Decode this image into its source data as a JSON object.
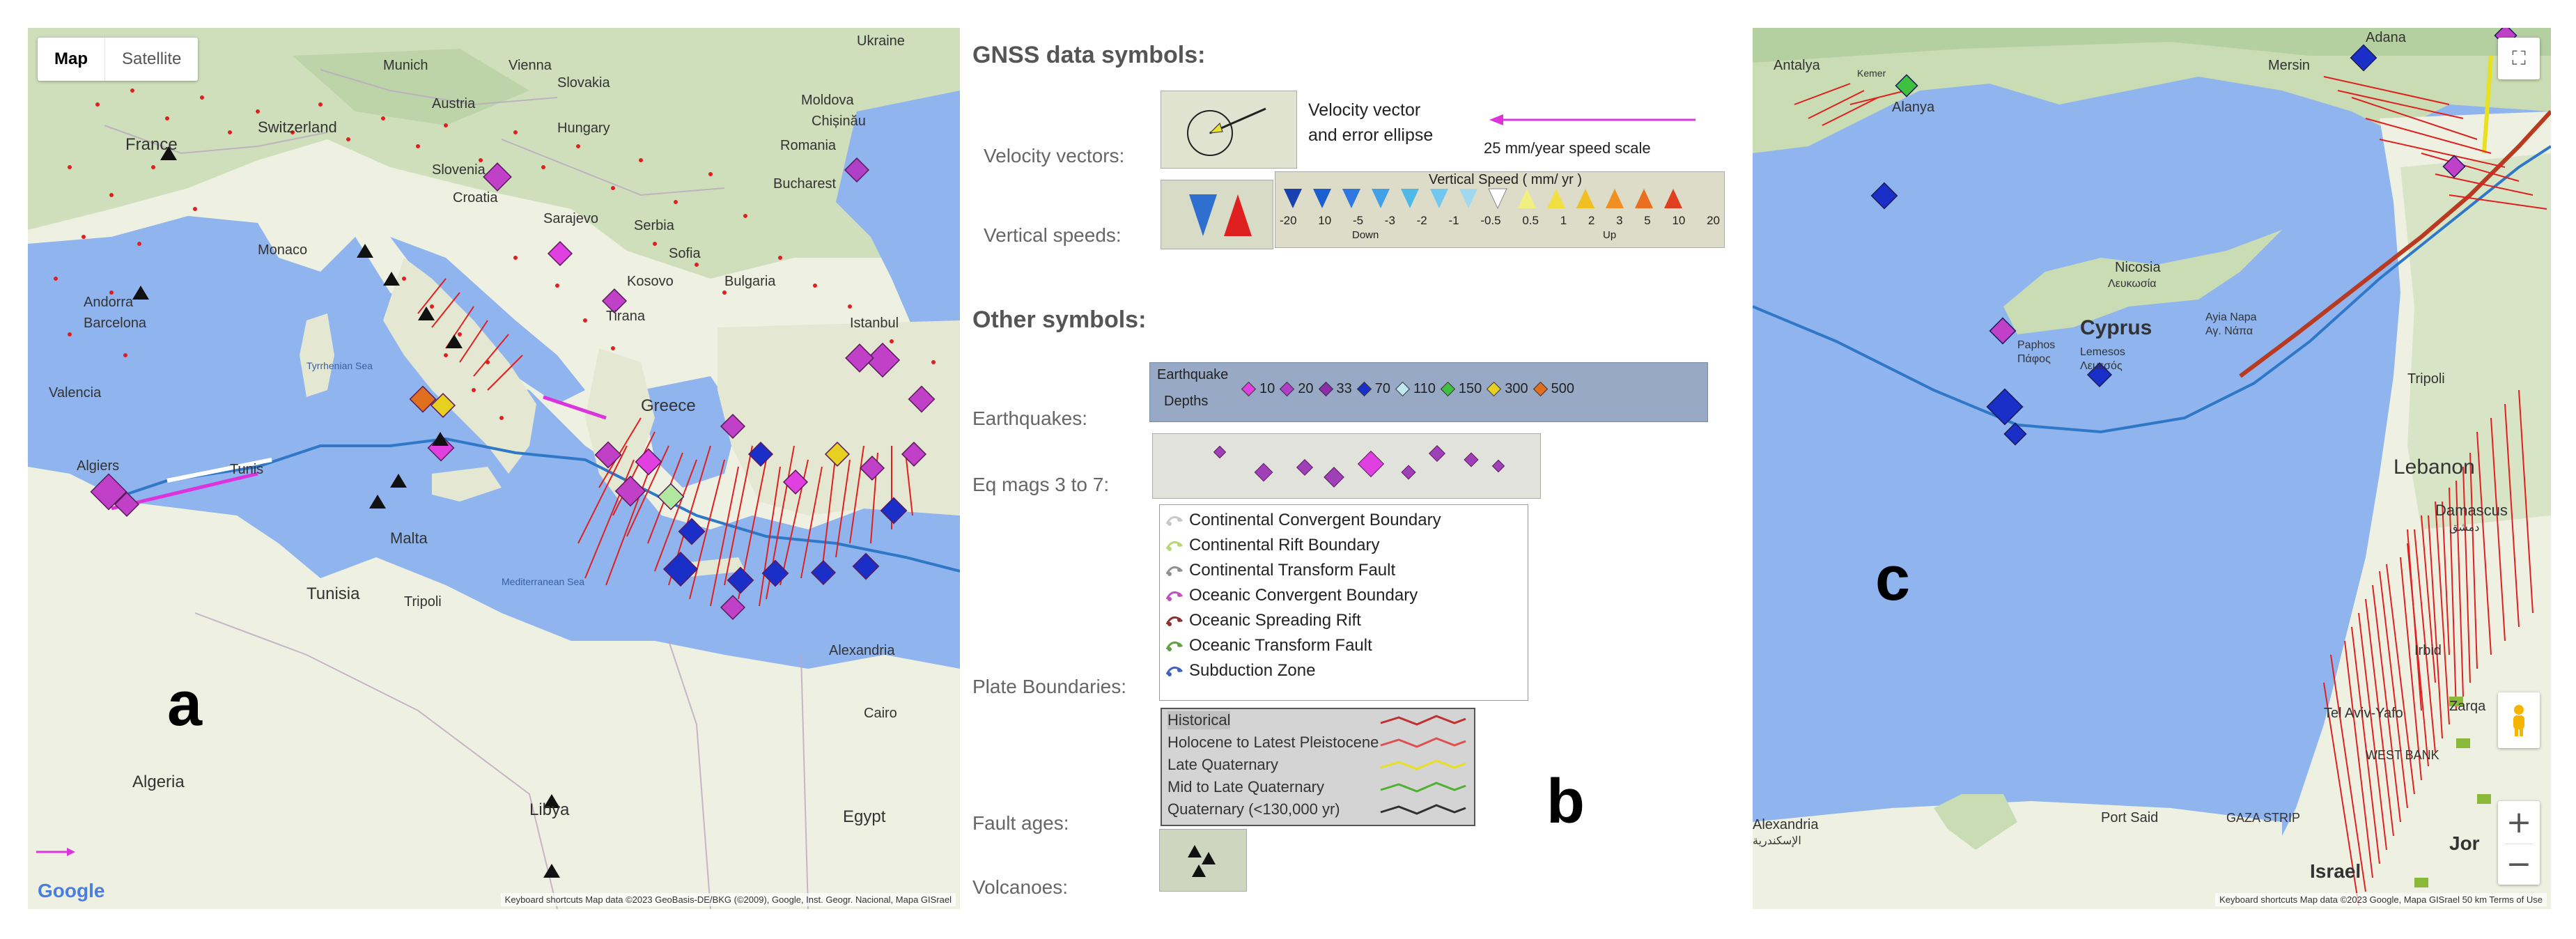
{
  "panel_a": {
    "map_type_map": "Map",
    "map_type_satellite": "Satellite",
    "place_labels": [
      "Ukraine",
      "Munich",
      "Vienna",
      "Slovakia",
      "Moldova",
      "Austria",
      "Chișinău",
      "France",
      "Switzerland",
      "Hungary",
      "Romania",
      "Slovenia",
      "Croatia",
      "Sarajevo",
      "Bucharest",
      "Monaco",
      "Serbia",
      "Andorra",
      "Sofia",
      "Barcelona",
      "Kosovo",
      "Bulgaria",
      "Tirana",
      "Istanbul",
      "Valencia",
      "Tyrrhenian Sea",
      "Greece",
      "Algiers",
      "Tunis",
      "Malta",
      "Tunisia",
      "Tripoli",
      "Mediterranean Sea",
      "Alexandria",
      "Cairo",
      "Algeria",
      "Libya",
      "Egypt"
    ],
    "google_logo": "Google",
    "attribution": "Keyboard shortcuts    Map data ©2023 GeoBasis-DE/BKG (©2009), Google, Inst. Geogr. Nacional, Mapa GISrael",
    "panel_letter": "a"
  },
  "panel_b": {
    "gnss_heading": "GNSS data symbols:",
    "velocity_label": "Velocity vectors:",
    "velocity_desc_line1": "Velocity vector",
    "velocity_desc_line2": "and error ellipse",
    "speed_scale_text": "25 mm/year speed scale",
    "vertical_label": "Vertical speeds:",
    "vertical_speed_title": "Vertical Speed  ( mm/ yr )",
    "vertical_ticks": [
      "-20",
      "10",
      "-5",
      "-3",
      "-2",
      "-1",
      "-0.5",
      "0.5",
      "1",
      "2",
      "3",
      "5",
      "10",
      "20"
    ],
    "down_label": "Down",
    "up_label": "Up",
    "other_heading": "Other symbols:",
    "earthquakes_label": "Earthquakes:",
    "eq_depth_header_1": "Earthquake",
    "eq_depth_header_2": "Depths",
    "eq_depths": [
      {
        "value": "10",
        "color": "#e040e0"
      },
      {
        "value": "20",
        "color": "#b040c8"
      },
      {
        "value": "33",
        "color": "#8a2da8"
      },
      {
        "value": "70",
        "color": "#1a2fc8"
      },
      {
        "value": "110",
        "color": "#bfe8f0"
      },
      {
        "value": "150",
        "color": "#40c040"
      },
      {
        "value": "300",
        "color": "#e8d020"
      },
      {
        "value": "500",
        "color": "#e07020"
      }
    ],
    "eq_mags_label": "Eq mags 3 to 7:",
    "plate_label": "Plate Boundaries:",
    "plate_items": [
      {
        "label": "Continental Convergent Boundary",
        "color": "#c8c8c8"
      },
      {
        "label": "Continental Rift Boundary",
        "color": "#b8d878"
      },
      {
        "label": "Continental Transform Fault",
        "color": "#909090"
      },
      {
        "label": "Oceanic Convergent Boundary",
        "color": "#c050c0"
      },
      {
        "label": "Oceanic Spreading Rift",
        "color": "#8a3030"
      },
      {
        "label": "Oceanic Transform Fault",
        "color": "#60a040"
      },
      {
        "label": "Subduction Zone",
        "color": "#4060c0"
      }
    ],
    "fault_label": "Fault ages:",
    "fault_items": [
      {
        "label": "Historical",
        "color": "#c03030"
      },
      {
        "label": "Holocene to Latest Pleistocene",
        "color": "#e05050"
      },
      {
        "label": "Late Quaternary",
        "color": "#e8e020"
      },
      {
        "label": "Mid to Late Quaternary",
        "color": "#50b030"
      },
      {
        "label": "Quaternary (<130,000 yr)",
        "color": "#303030"
      }
    ],
    "volcano_label": "Volcanoes:",
    "panel_letter": "b"
  },
  "panel_c": {
    "place_labels": [
      "Antalya",
      "Mersin",
      "Adana",
      "Alanya",
      "Kemer",
      "Nicosia",
      "Λευκωσία",
      "Cyprus",
      "Ayia Napa",
      "Αγ. Νάπα",
      "Paphos",
      "Πάφος",
      "Lemesos",
      "Λεμεσός",
      "Tripoli",
      "Lebanon",
      "Damascus",
      "دمشق",
      "Irbid",
      "Zarqa",
      "Tel Aviv-Yafo",
      "WEST BANK",
      "Port Said",
      "GAZA STRIP",
      "Alexandria",
      "الإسكندرية",
      "Israel",
      "Jor"
    ],
    "attribution": "Keyboard shortcuts    Map data ©2023 Google, Mapa GISrael    50 km    Terms of Use",
    "panel_letter": "c",
    "zoom_in": "+",
    "zoom_out": "−"
  },
  "colors": {
    "sea": "#8fb4ee",
    "land": "#eef0e2",
    "velocity_arrow": "#e02020",
    "plate_boundary": "#2f78c8",
    "scale_arrow": "#dd33dd"
  }
}
